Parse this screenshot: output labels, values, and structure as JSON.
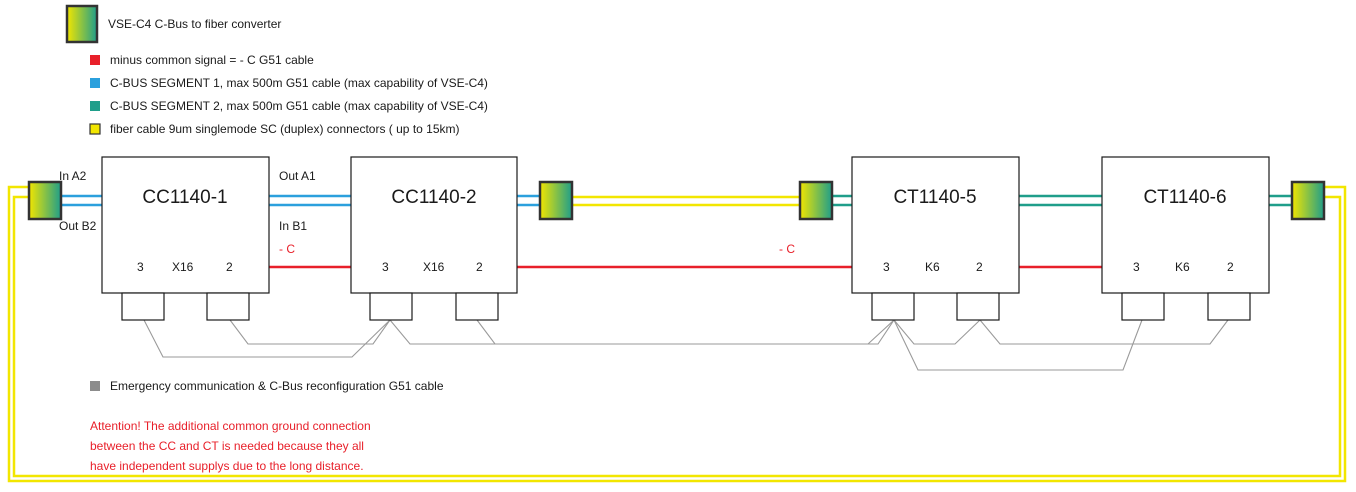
{
  "converter_legend": {
    "label": "VSE-C4 C-Bus to fiber converter"
  },
  "legend": [
    {
      "color": "#e8202a",
      "label": "minus common signal = - C G51 cable"
    },
    {
      "color": "#2ba0dd",
      "label": "C-BUS SEGMENT 1, max 500m G51 cable (max capability of VSE-C4)"
    },
    {
      "color": "#1f9e8a",
      "label": "C-BUS SEGMENT 2, max 500m G51 cable (max capability of VSE-C4)"
    },
    {
      "color": "#f2e600",
      "label": "fiber cable 9um singlemode SC (duplex) connectors ( up to 15km)"
    }
  ],
  "units": [
    {
      "name": "CC1140-1",
      "terminals": [
        "3",
        "X16",
        "2"
      ]
    },
    {
      "name": "CC1140-2",
      "terminals": [
        "3",
        "X16",
        "2"
      ]
    },
    {
      "name": "CT1140-5",
      "terminals": [
        "3",
        "K6",
        "2"
      ]
    },
    {
      "name": "CT1140-6",
      "terminals": [
        "3",
        "K6",
        "2"
      ]
    }
  ],
  "port_labels": {
    "in_a2": "In A2",
    "out_b2": "Out B2",
    "out_a1": "Out A1",
    "in_b1": "In B1",
    "minus_c_1": "- C",
    "minus_c_2": "- C"
  },
  "emergency_legend": {
    "color": "#8c8c8c",
    "label": "Emergency communication & C-Bus reconfiguration G51 cable"
  },
  "attention": [
    "Attention! The additional common ground connection",
    "between the CC and CT is needed because they all",
    "have independent supplys due to the long distance."
  ],
  "colors": {
    "red": "#e8202a",
    "blue": "#2ba0dd",
    "green": "#1f9e8a",
    "yellow": "#f2e600",
    "gray": "#8c8c8c",
    "converter_gradient": [
      "#f2e600",
      "#1f9e8a"
    ]
  }
}
